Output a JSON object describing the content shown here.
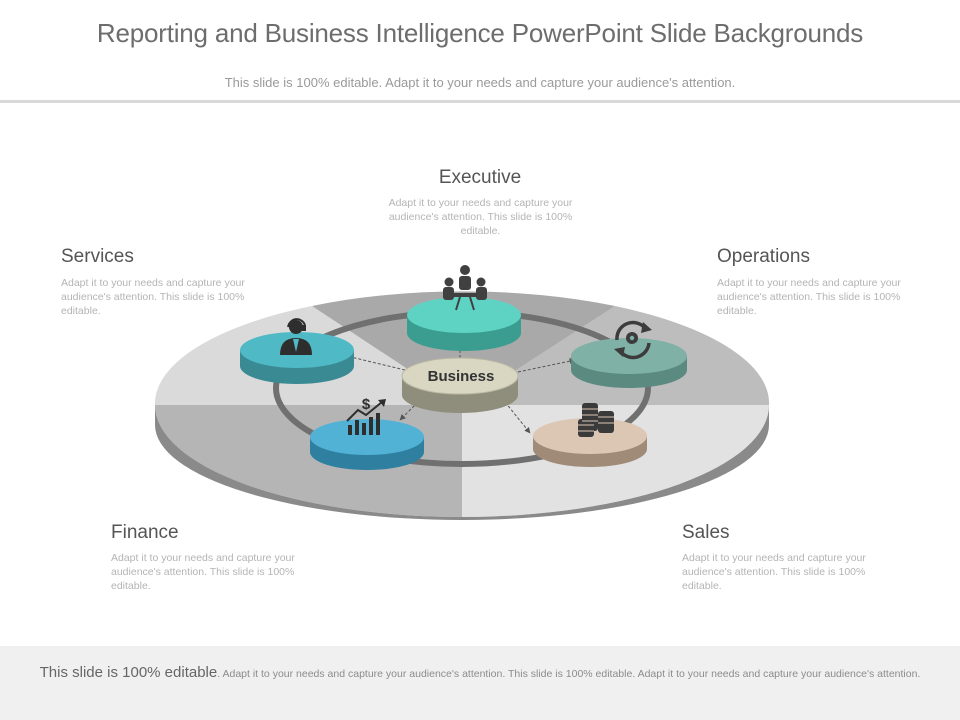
{
  "header": {
    "title": "Reporting and Business Intelligence PowerPoint Slide Backgrounds",
    "subtitle": "This slide is 100% editable. Adapt it to your needs and capture your audience's attention."
  },
  "diagram": {
    "center_label": "Business",
    "nodes": {
      "executive": {
        "title": "Executive",
        "text": "Adapt it to your needs and capture your audience's attention. This slide is 100% editable.",
        "color": "#5ed3c3",
        "icon": "meeting-icon"
      },
      "services": {
        "title": "Services",
        "text": "Adapt it to your needs and capture your audience's attention. This slide is 100% editable.",
        "color": "#4fb9c6",
        "icon": "support-agent-icon"
      },
      "operations": {
        "title": "Operations",
        "text": "Adapt it to your needs and capture your audience's attention. This slide is 100% editable.",
        "color": "#7fb1a6",
        "icon": "gear-cycle-icon"
      },
      "finance": {
        "title": "Finance",
        "text": "Adapt it to your needs and capture your audience's attention. This slide is 100% editable.",
        "color": "#52b2d6",
        "icon": "finance-chart-icon"
      },
      "sales": {
        "title": "Sales",
        "text": "Adapt it to your needs and capture your audience's attention. This slide is 100% editable.",
        "color": "#dcc7b4",
        "icon": "coin-stack-icon"
      }
    }
  },
  "footer": {
    "lead": "This slide is 100% editable",
    "text": ". Adapt it to your needs and capture your audience's attention. This slide is 100% editable. Adapt it to your needs and capture your audience's attention."
  }
}
